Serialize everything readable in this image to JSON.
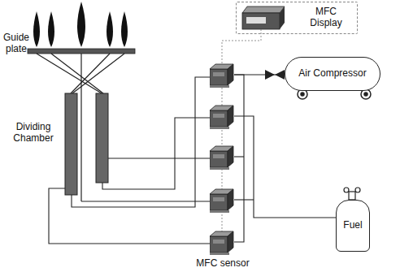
{
  "diagram": {
    "nodes": [
      {
        "text": [
          "MFC Display"
        ]
      },
      {
        "text": [
          "Air Compressor"
        ]
      },
      {
        "text": [
          "Fuel"
        ]
      }
    ],
    "labels": [
      "Guide plate",
      "Dividing Chamber",
      "MFC sensor"
    ]
  }
}
